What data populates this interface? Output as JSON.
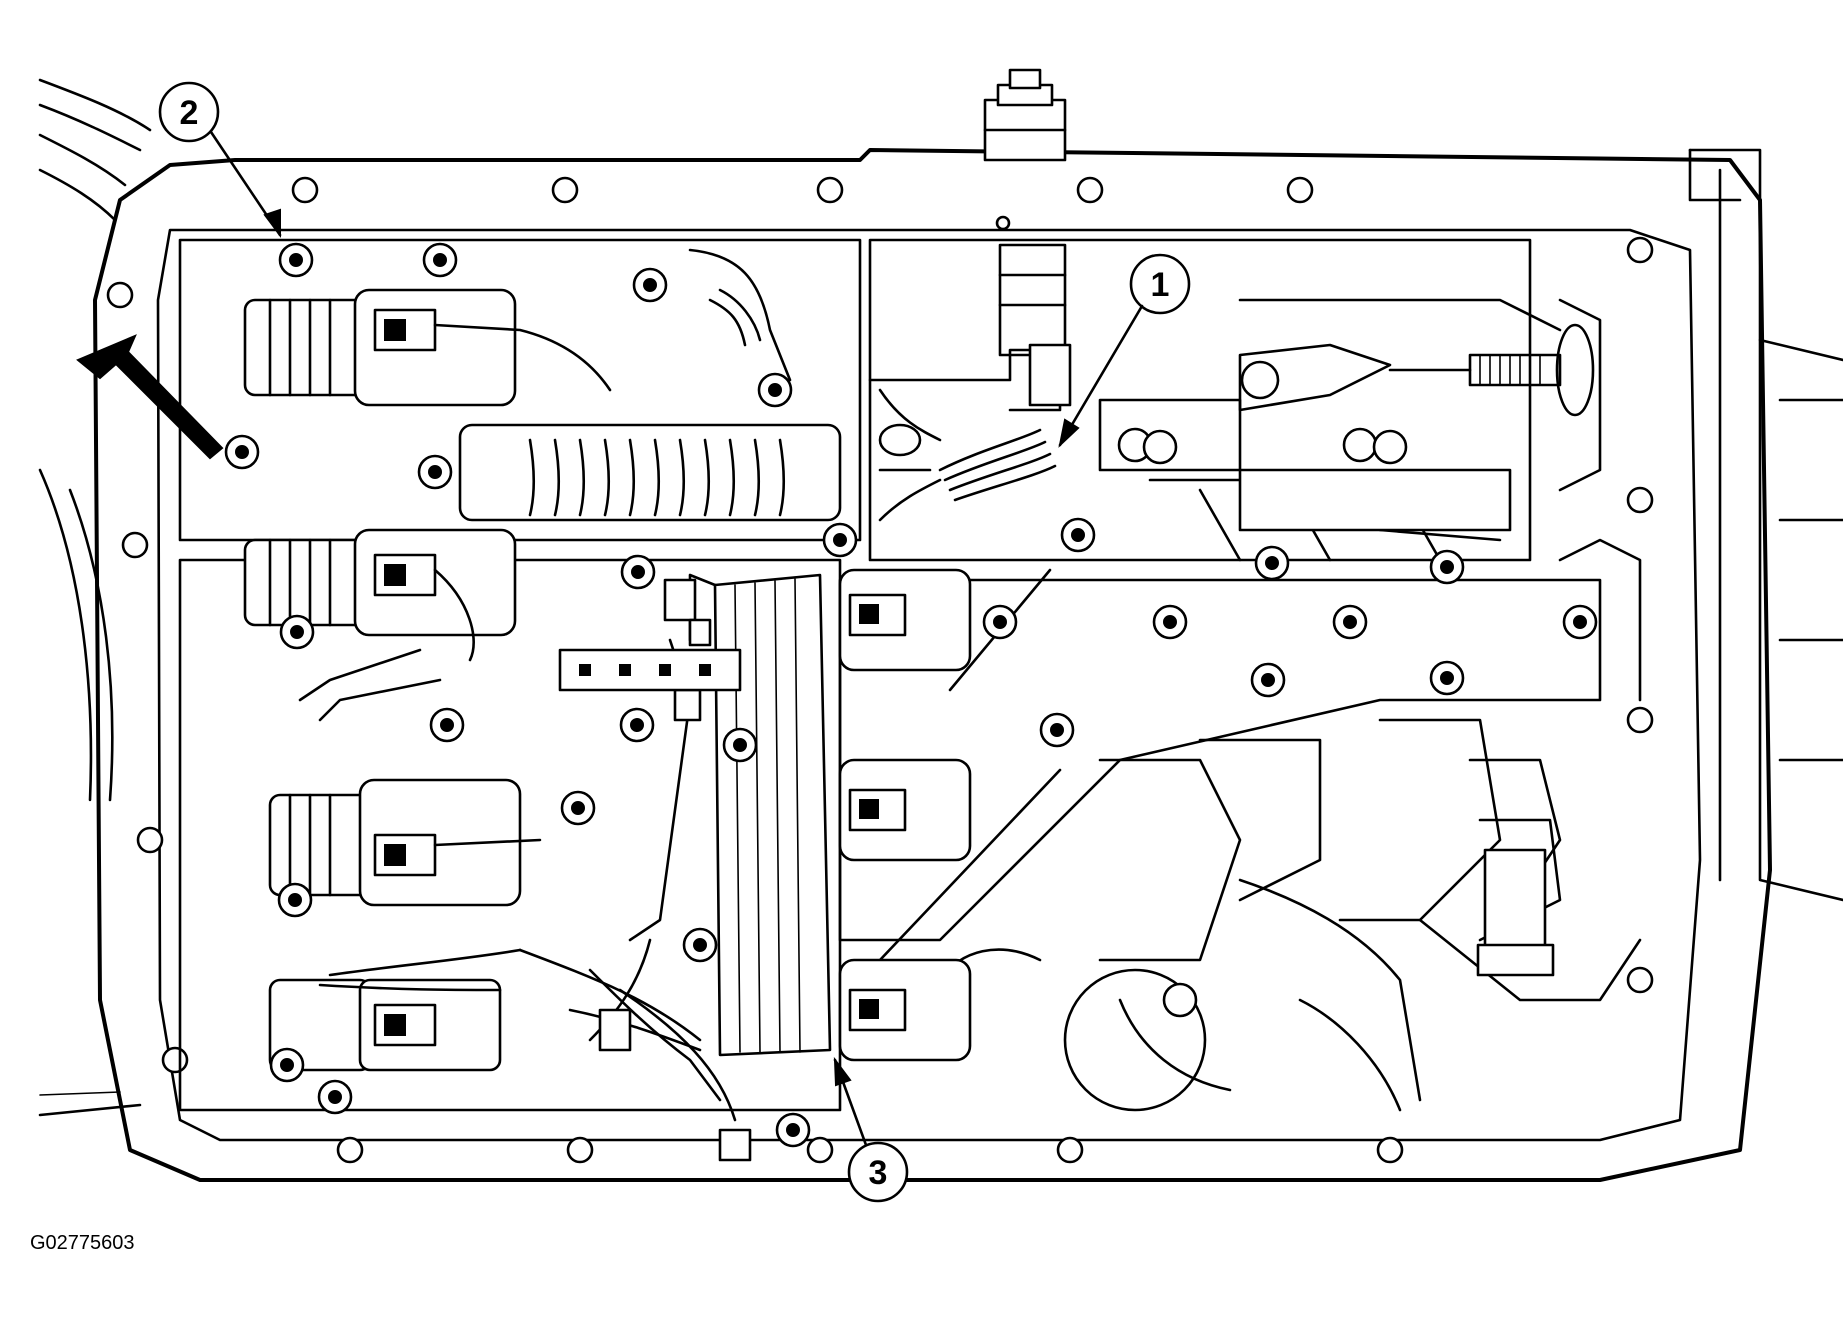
{
  "figure_id": "G02775603",
  "callouts": [
    {
      "id": "callout-1",
      "label": "1"
    },
    {
      "id": "callout-2",
      "label": "2"
    },
    {
      "id": "callout-3",
      "label": "3"
    }
  ]
}
